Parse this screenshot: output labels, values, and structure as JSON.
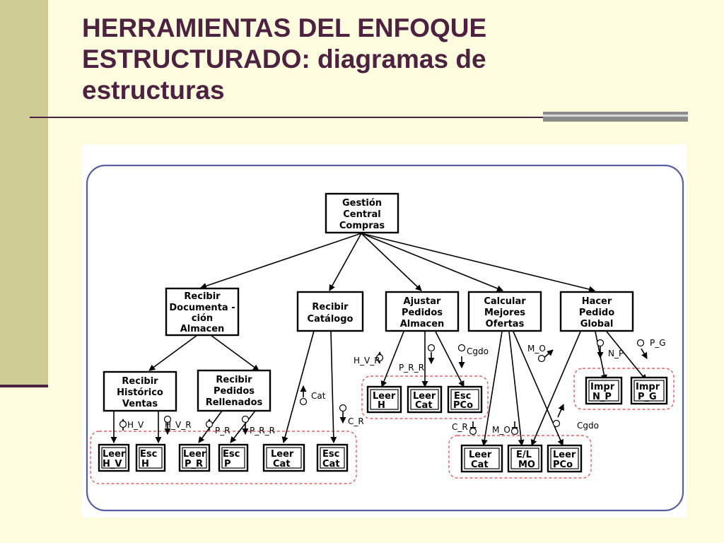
{
  "slide": {
    "title_line1": "HERRAMIENTAS DEL ENFOQUE",
    "title_line2": "ESTRUCTURADO: diagramas de",
    "title_line3": "estructuras"
  },
  "diagram": {
    "modules": {
      "root": [
        "Gestión",
        "Central",
        "Compras"
      ],
      "recibir_doc": [
        "Recibir",
        "Documenta -",
        "ción",
        "Almacen"
      ],
      "recibir_cat": [
        "Recibir",
        "Catálogo"
      ],
      "ajustar": [
        "Ajustar",
        "Pedidos",
        "Almacen"
      ],
      "calcular": [
        "Calcular",
        "Mejores",
        "Ofertas"
      ],
      "hacer": [
        "Hacer",
        "Pedido",
        "Global"
      ],
      "recibir_hist": [
        "Recibir",
        "Histórico",
        "Ventas"
      ],
      "recibir_ped": [
        "Recibir",
        "Pedidos",
        "Rellenados"
      ]
    },
    "leaves": {
      "leer_hv": [
        "Leer",
        "H_V"
      ],
      "esc_h": [
        "Esc",
        "H"
      ],
      "leer_pr": [
        "Leer",
        "P_R"
      ],
      "esc_p": [
        "Esc",
        "P"
      ],
      "leer_cat_a": [
        "Leer",
        "Cat"
      ],
      "esc_cat": [
        "Esc",
        "Cat"
      ],
      "leer_h": [
        "Leer",
        "H"
      ],
      "leer_cat_b": [
        "Leer",
        "Cat"
      ],
      "esc_pco": [
        "Esc",
        "PCo"
      ],
      "impr_np": [
        "Impr",
        "N_P"
      ],
      "impr_pg": [
        "Impr",
        "P_G"
      ],
      "leer_cat_c": [
        "Leer",
        "Cat"
      ],
      "el_mo": [
        "E/L",
        "MO"
      ],
      "leer_pco": [
        "Leer",
        "PCo"
      ]
    },
    "flows": {
      "hv": "H_V",
      "hvr_a": "H_V_R",
      "pr": "P_R",
      "prr_a": "P_R_R",
      "cat": "Cat",
      "cr_a": "C_R",
      "hvr_b": "H_V_R",
      "prr_b": "P_R_R",
      "cgdo_a": "Cgdo",
      "mo_a": "M_O",
      "np": "N_P",
      "pg": "P_G",
      "cr_b": "C_R",
      "mo_b": "M_O",
      "cgdo_b": "Cgdo"
    }
  }
}
